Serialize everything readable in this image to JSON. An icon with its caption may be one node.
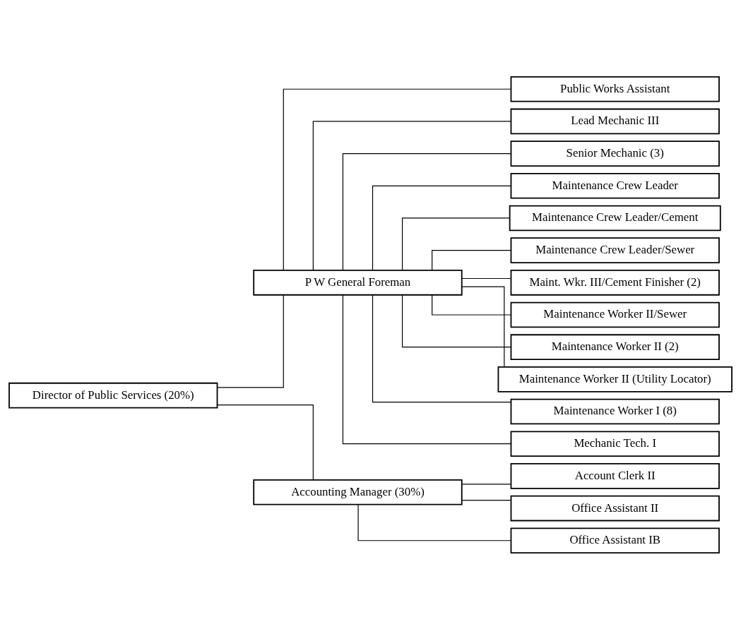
{
  "diagram": {
    "nodes": [
      {
        "text": [
          "Director of Public Services (20%)"
        ]
      },
      {
        "text": [
          "P W General Foreman"
        ]
      },
      {
        "text": [
          "Accounting Manager (30%)"
        ]
      },
      {
        "text": [
          "Public Works Assistant"
        ]
      },
      {
        "text": [
          "Lead Mechanic III"
        ]
      },
      {
        "text": [
          "Senior Mechanic (3)"
        ]
      },
      {
        "text": [
          "Maintenance Crew Leader"
        ]
      },
      {
        "text": [
          "Maintenance Crew Leader/Cement"
        ]
      },
      {
        "text": [
          "Maintenance Crew Leader/Sewer"
        ]
      },
      {
        "text": [
          "Maint. Wkr. III/Cement Finisher (2)"
        ]
      },
      {
        "text": [
          "Maintenance Worker II/Sewer"
        ]
      },
      {
        "text": [
          "Maintenance Worker II (2)"
        ]
      },
      {
        "text": [
          "Maintenance Worker II (Utility Locator)"
        ]
      },
      {
        "text": [
          "Maintenance Worker I (8)"
        ]
      },
      {
        "text": [
          "Mechanic Tech. I"
        ]
      },
      {
        "text": [
          "Account Clerk II"
        ]
      },
      {
        "text": [
          "Office Assistant II"
        ]
      },
      {
        "text": [
          "Office Assistant IB"
        ]
      }
    ],
    "edges": [
      {
        "from": 0,
        "to": 1,
        "arrow": "none"
      },
      {
        "from": 0,
        "to": 2,
        "arrow": "none"
      },
      {
        "from": 1,
        "to": 3,
        "arrow": "none"
      },
      {
        "from": 1,
        "to": 4,
        "arrow": "none"
      },
      {
        "from": 1,
        "to": 5,
        "arrow": "none"
      },
      {
        "from": 1,
        "to": 6,
        "arrow": "none"
      },
      {
        "from": 1,
        "to": 7,
        "arrow": "none"
      },
      {
        "from": 1,
        "to": 8,
        "arrow": "none"
      },
      {
        "from": 1,
        "to": 9,
        "arrow": "none"
      },
      {
        "from": 1,
        "to": 10,
        "arrow": "none"
      },
      {
        "from": 1,
        "to": 11,
        "arrow": "none"
      },
      {
        "from": 1,
        "to": 12,
        "arrow": "none"
      },
      {
        "from": 1,
        "to": 13,
        "arrow": "none"
      },
      {
        "from": 1,
        "to": 14,
        "arrow": "none"
      },
      {
        "from": 2,
        "to": 15,
        "arrow": "none"
      },
      {
        "from": 2,
        "to": 16,
        "arrow": "none"
      },
      {
        "from": 2,
        "to": 17,
        "arrow": "none"
      }
    ]
  }
}
